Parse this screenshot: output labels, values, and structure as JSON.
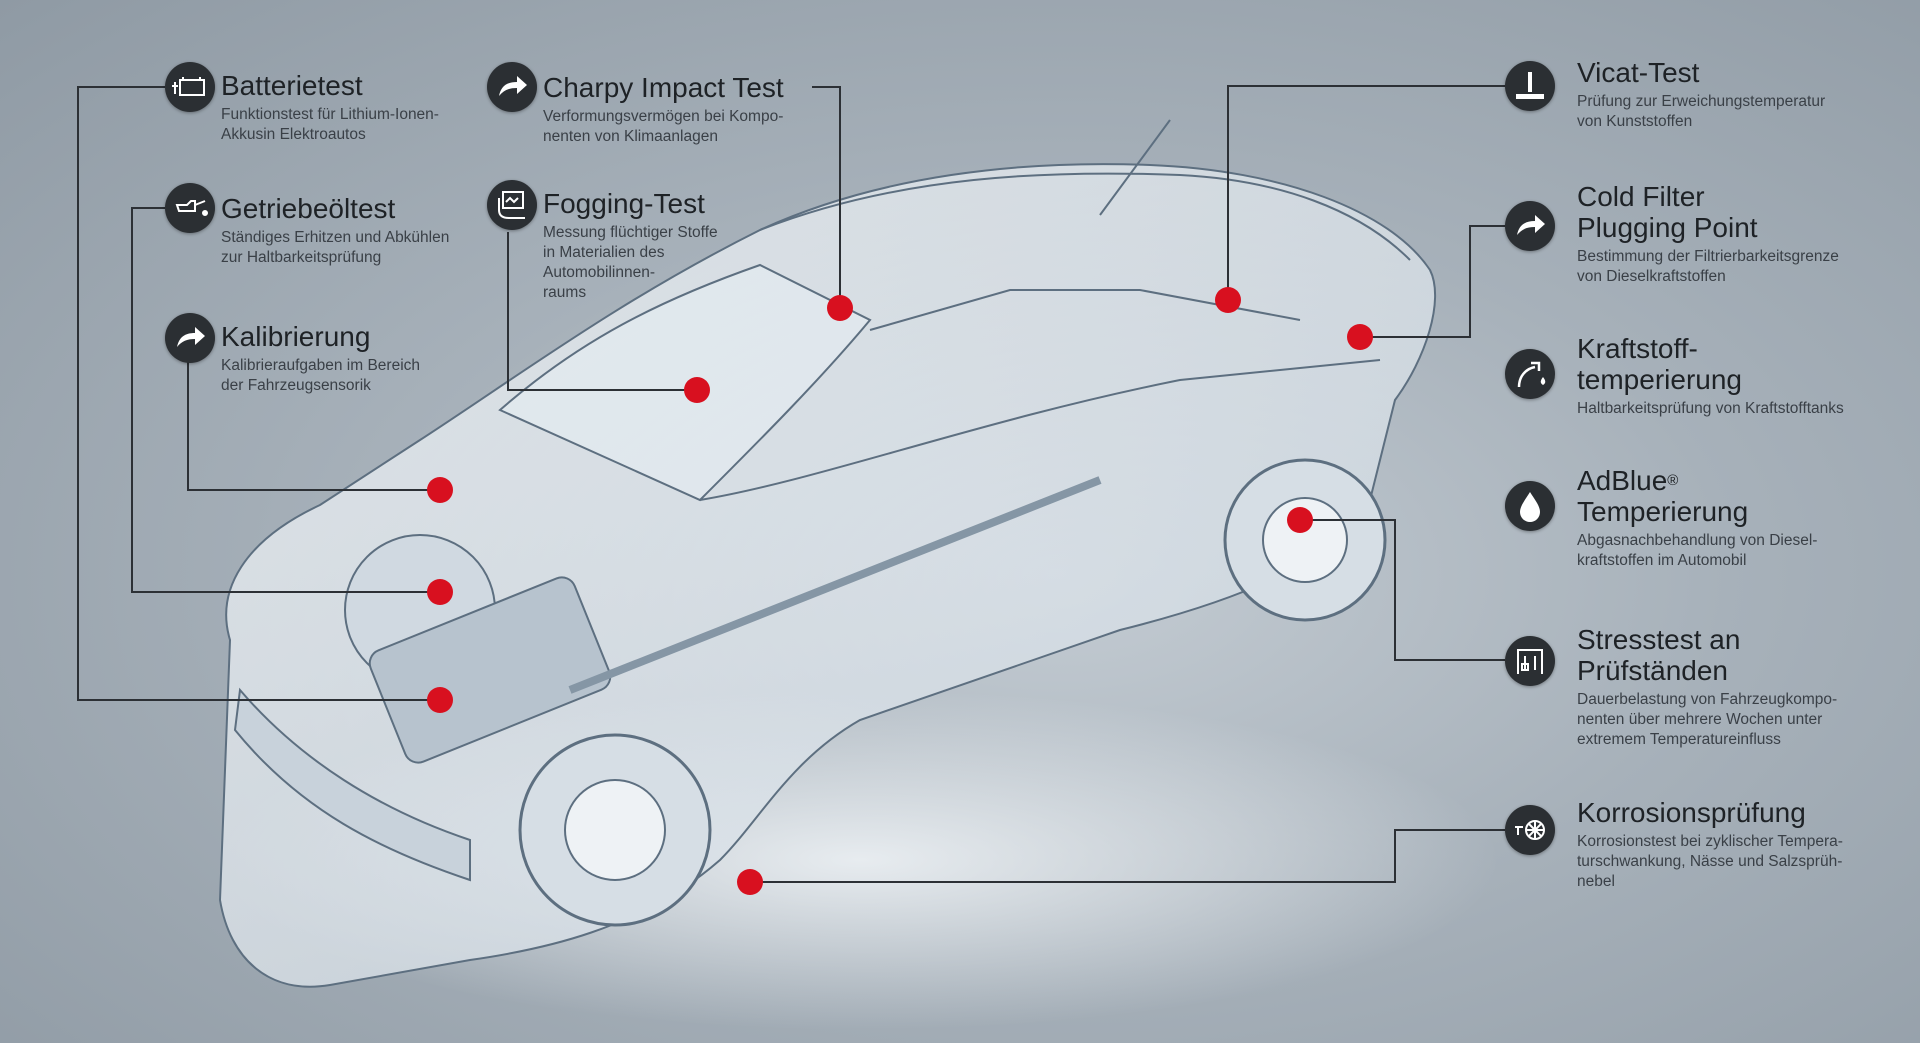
{
  "accent_color": "#d8101f",
  "line_color": "#2c3035",
  "icon_bg": "#2b2f33",
  "left_items": [
    {
      "icon": "battery-icon",
      "title": "Batterietest",
      "desc": [
        "Funktionstest für Lithium-Ionen-",
        "Akkusin Elektroautos"
      ]
    },
    {
      "icon": "oil-can-icon",
      "title": "Getriebeöltest",
      "desc": [
        "Ständiges Erhitzen und Abkühlen",
        "zur Haltbarkeitsprüfung"
      ]
    },
    {
      "icon": "arrow-icon",
      "title": "Kalibrierung",
      "desc": [
        "Kalibrieraufgaben im Bereich",
        "der Fahrzeugsensorik"
      ]
    },
    {
      "icon": "arrow-icon",
      "title": "Charpy Impact Test",
      "desc": [
        "Verformungsvermögen bei Kompo-",
        "nenten von Klimaanlagen"
      ]
    },
    {
      "icon": "fogging-icon",
      "title": "Fogging-Test",
      "desc": [
        "Messung flüchtiger Stoffe",
        "in Materialien des",
        "Automobilinnen-",
        "raums"
      ]
    }
  ],
  "right_items": [
    {
      "icon": "vicat-icon",
      "title": "Vicat-Test",
      "desc": [
        "Prüfung zur Erweichungstemperatur",
        "von Kunststoffen"
      ]
    },
    {
      "icon": "arrow-icon",
      "title": "Cold Filter",
      "title2": "Plugging Point",
      "desc": [
        "Bestimmung der Filtrierbarkeitsgrenze",
        "von Dieselkraftstoffen"
      ]
    },
    {
      "icon": "fuel-pump-icon",
      "title": "Kraftstoff-",
      "title2": "temperierung",
      "desc": [
        "Haltbarkeitsprüfung von Kraftstofftanks"
      ]
    },
    {
      "icon": "drop-icon",
      "title": "AdBlue",
      "title_sup": "®",
      "title2": "Temperierung",
      "desc": [
        "Abgasnachbehandlung von Diesel-",
        "kraftstoffen im Automobil"
      ]
    },
    {
      "icon": "test-stand-icon",
      "title": "Stresstest an",
      "title2": "Prüfständen",
      "desc": [
        "Dauerbelastung von Fahrzeugkompo-",
        "nenten über mehrere Wochen unter",
        "extremem Temperatureinfluss"
      ]
    },
    {
      "icon": "wheel-spray-icon",
      "title": "Korrosionsprüfung",
      "desc": [
        "Korrosionstest bei zyklischer Tempera-",
        "turschwankung, Nässe und Salzsprüh-",
        "nebel"
      ]
    }
  ]
}
